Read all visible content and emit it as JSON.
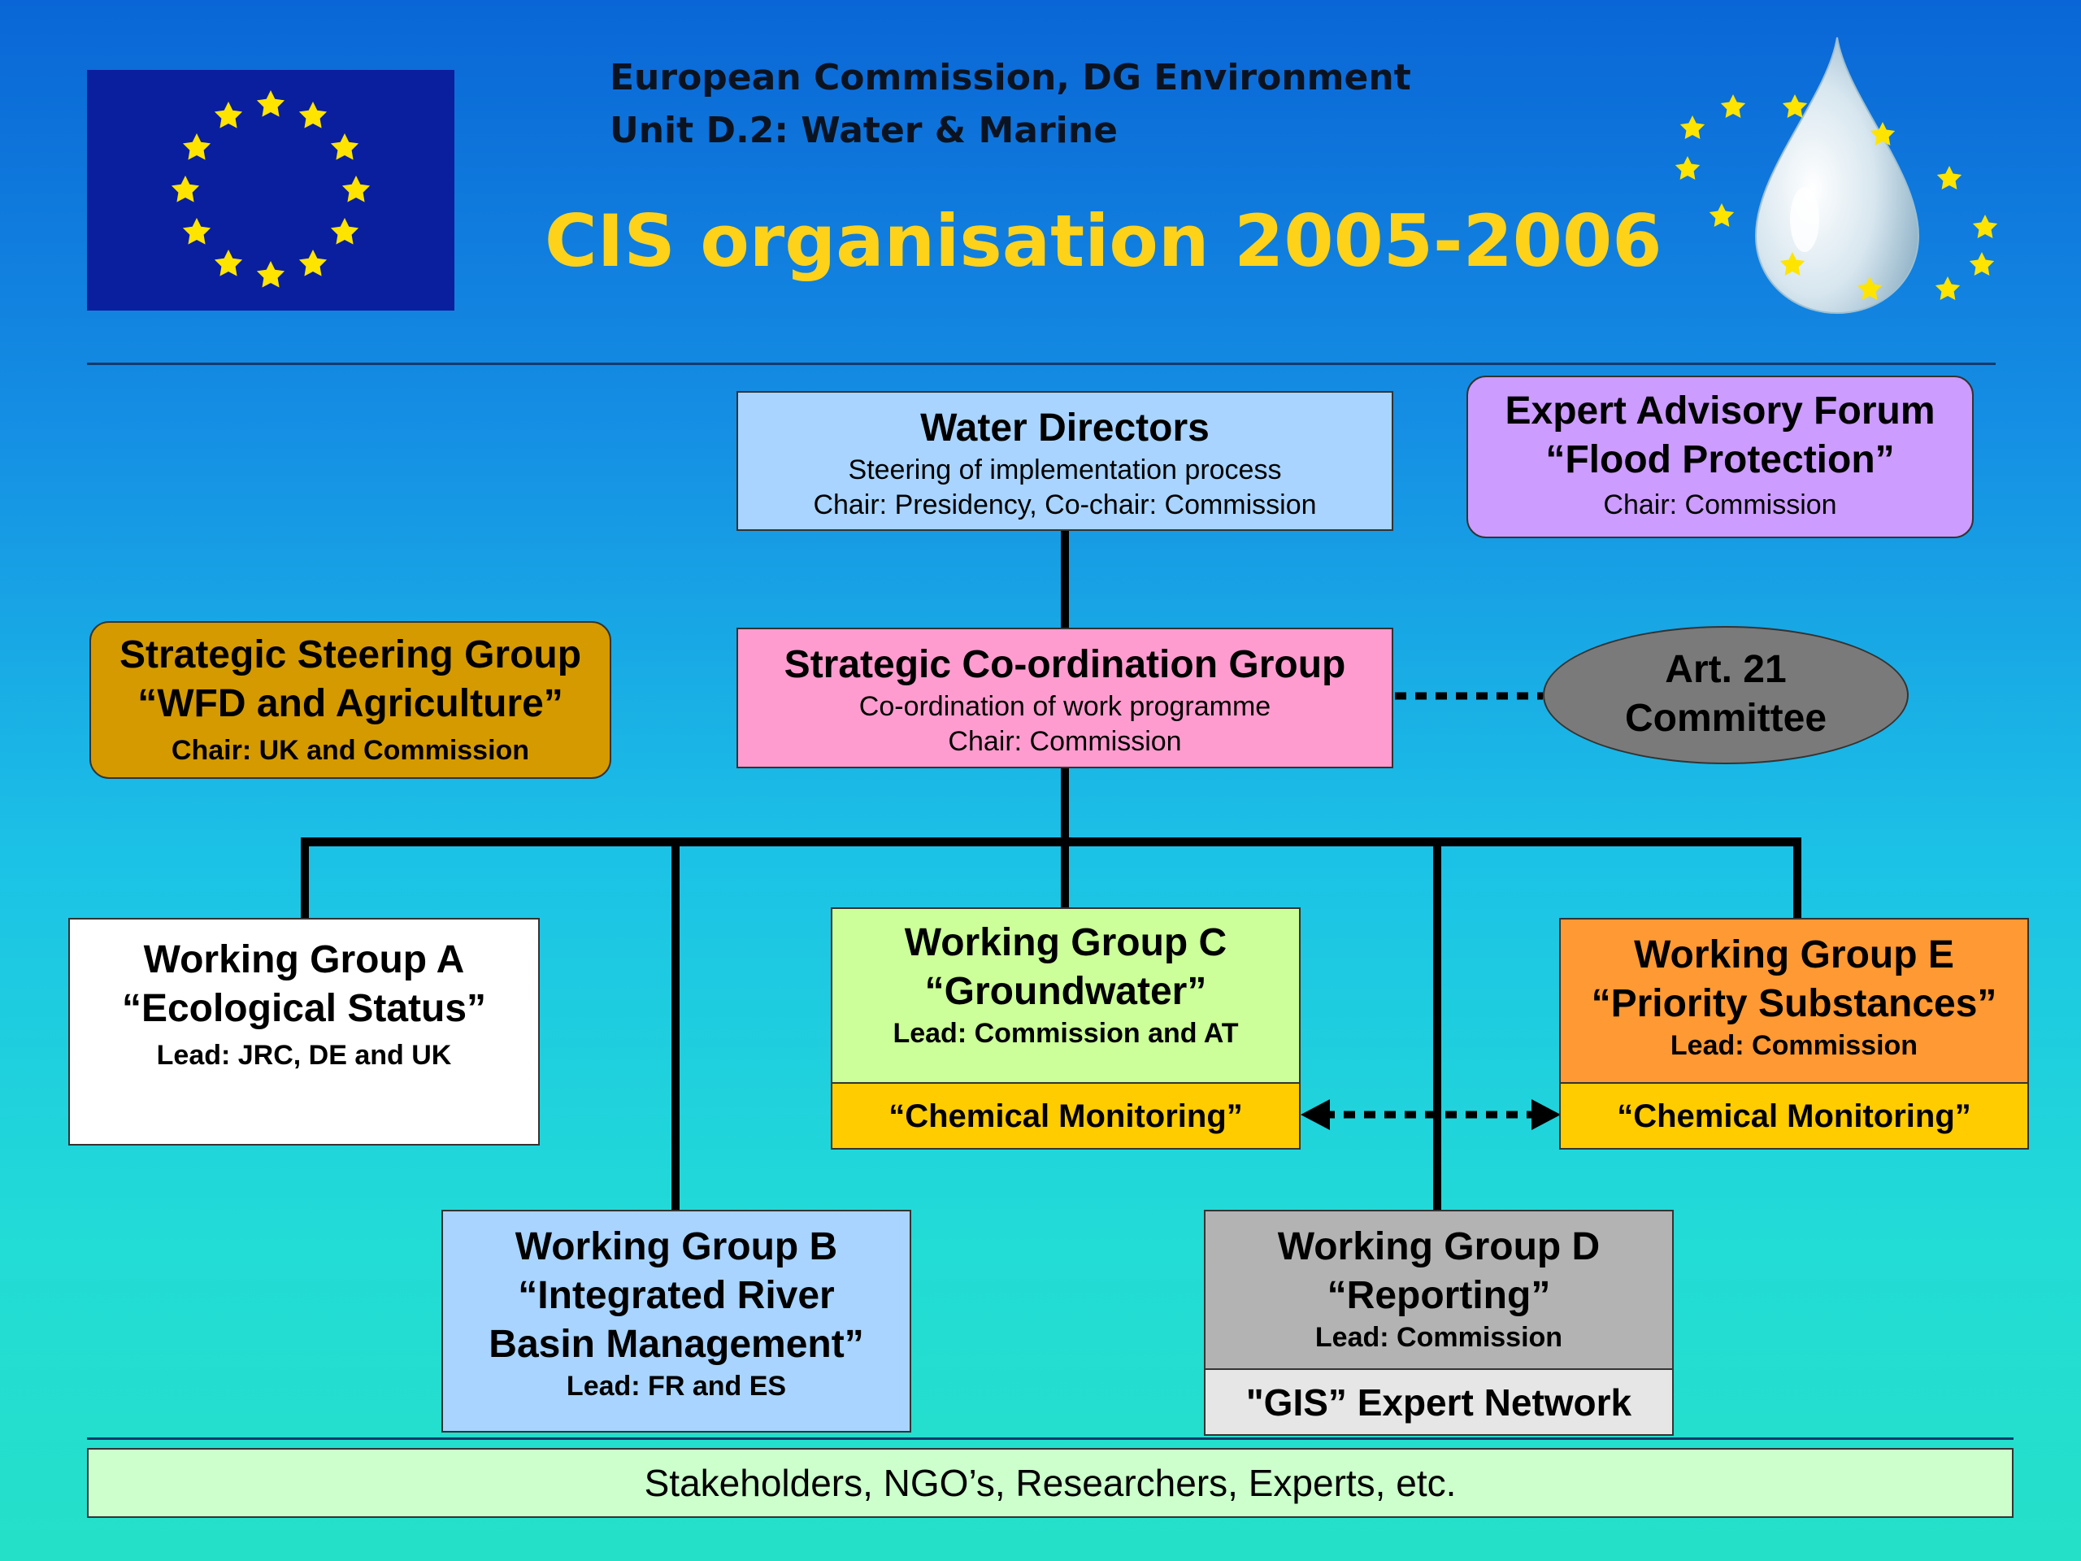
{
  "header": {
    "line1": "European Commission, DG Environment",
    "line2": "Unit D.2: Water & Marine",
    "title": "CIS organisation 2005-2006"
  },
  "colors": {
    "eu_flag": "#0a1f9e",
    "star": "#ffe400",
    "water_directors": "#a8d4ff",
    "expert_forum": "#cc9cff",
    "strategic_steering": "#d49a00",
    "strategic_coordination": "#ff9ccf",
    "art21": "#7a7a7a",
    "wg_a": "#ffffff",
    "wg_b": "#a8d4ff",
    "wg_c": "#ccff99",
    "wg_d": "#b3b3b3",
    "wg_e": "#ff9933",
    "chemical_band": "#ffcc00",
    "gis_band": "#e6e6e6",
    "stakeholders": "#ccffcc"
  },
  "water_directors": {
    "title": "Water Directors",
    "line1": "Steering of implementation process",
    "line2": "Chair: Presidency, Co-chair: Commission"
  },
  "expert_forum": {
    "title1": "Expert Advisory Forum",
    "title2": "“Flood Protection”",
    "chair": "Chair: Commission"
  },
  "strategic_steering": {
    "title1": "Strategic Steering Group",
    "title2": "“WFD and Agriculture”",
    "chair": "Chair: UK and Commission"
  },
  "strategic_coordination": {
    "title": "Strategic Co-ordination Group",
    "line1": "Co-ordination of work programme",
    "line2": "Chair: Commission"
  },
  "art21": {
    "line1": "Art. 21",
    "line2": "Committee"
  },
  "wg_a": {
    "title1": "Working Group A",
    "title2": "“Ecological Status”",
    "lead": "Lead: JRC, DE and UK"
  },
  "wg_b": {
    "title1": "Working Group B",
    "title2": "“Integrated River",
    "title3": "Basin Management”",
    "lead": "Lead: FR and ES"
  },
  "wg_c": {
    "title1": "Working Group C",
    "title2": "“Groundwater”",
    "lead": "Lead: Commission and AT",
    "band": "“Chemical Monitoring”"
  },
  "wg_d": {
    "title1": "Working Group D",
    "title2": "“Reporting”",
    "lead": "Lead: Commission",
    "band": "\"GIS” Expert Network"
  },
  "wg_e": {
    "title1": "Working Group E",
    "title2": "“Priority Substances”",
    "lead": "Lead: Commission",
    "band": "“Chemical Monitoring”"
  },
  "stakeholders": {
    "text": "Stakeholders, NGO’s, Researchers, Experts, etc."
  },
  "icons": {
    "flag": "eu-flag-icon",
    "drop": "water-drop-logo-icon"
  }
}
